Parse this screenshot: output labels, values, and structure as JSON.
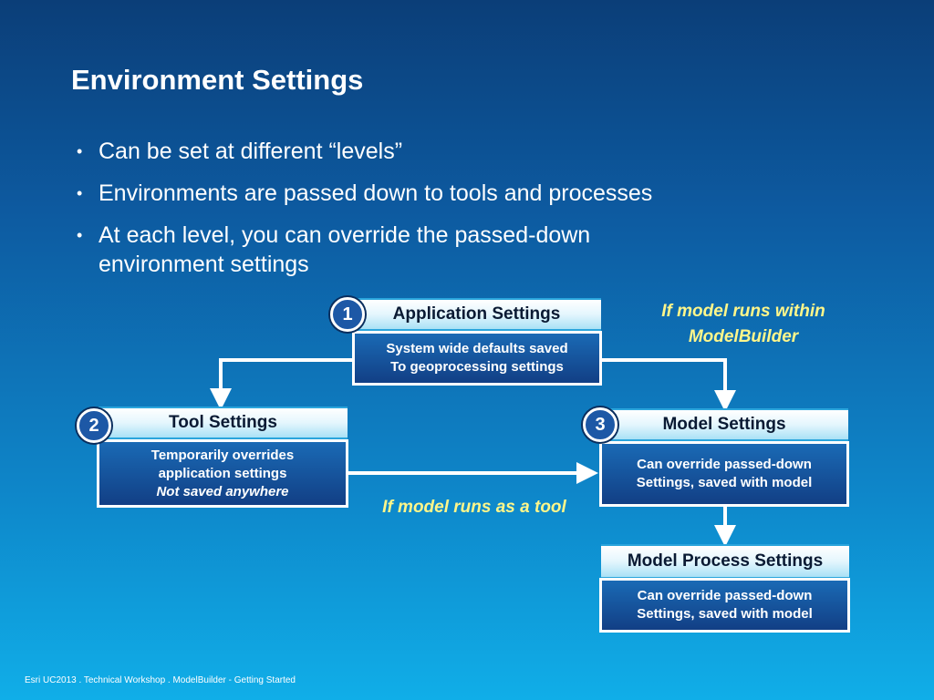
{
  "slide": {
    "title": "Environment Settings",
    "bullets": [
      "Can be set at different “levels”",
      "Environments are passed down to tools and processes",
      "At each level, you can override the passed-down environment settings"
    ],
    "footer": "Esri UC2013 . Technical Workshop . ModelBuilder - Getting Started"
  },
  "diagram": {
    "application": {
      "number": "1",
      "title": "Application Settings",
      "lines": [
        "System wide defaults saved",
        "To geoprocessing settings"
      ]
    },
    "tool": {
      "number": "2",
      "title": "Tool Settings",
      "lines": [
        "Temporarily overrides",
        "application settings"
      ],
      "italic_line": "Not saved anywhere"
    },
    "model": {
      "number": "3",
      "title": "Model Settings",
      "lines": [
        "Can override passed-down",
        "Settings, saved with model"
      ]
    },
    "model_process": {
      "title": "Model Process Settings",
      "lines": [
        "Can override passed-down",
        "Settings, saved with model"
      ]
    },
    "notes": {
      "modelbuilder_line1": "If model runs within",
      "modelbuilder_line2": "ModelBuilder",
      "tool": "If model runs as a tool"
    }
  },
  "colors": {
    "background_top": "#0b3e78",
    "background_bottom": "#10aee8",
    "note_text": "#fff68a",
    "box_body": "#123f85"
  }
}
